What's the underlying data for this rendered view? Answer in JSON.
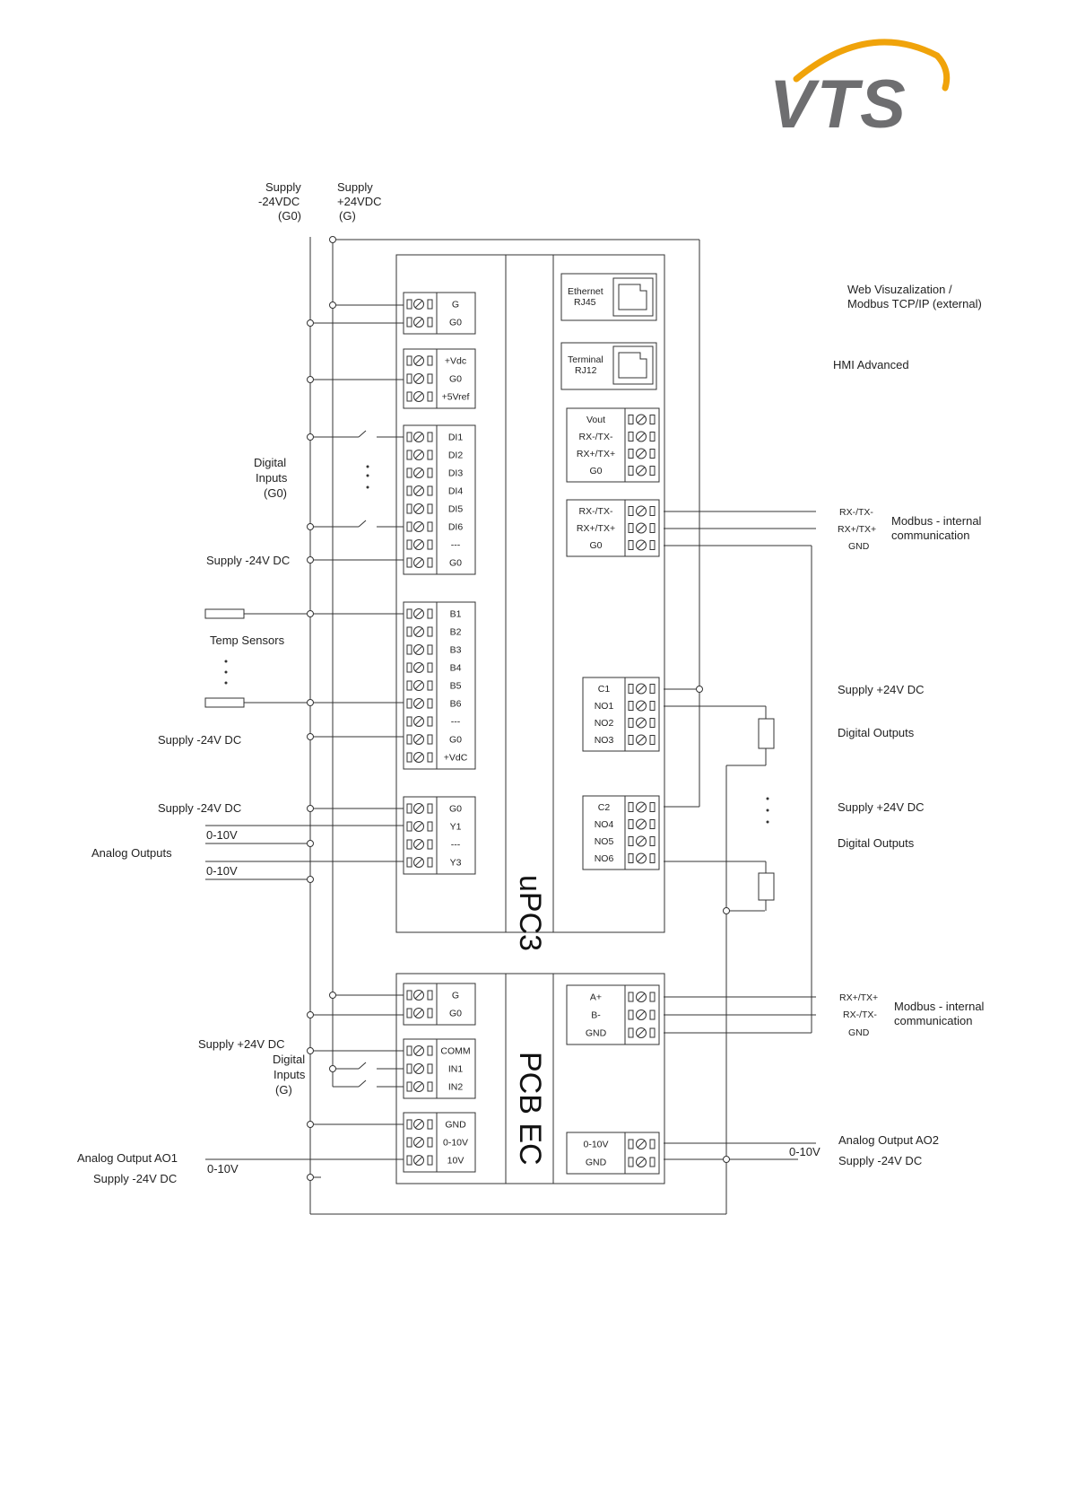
{
  "logo": {
    "text": "VTS",
    "text_color": "#6e6e70",
    "arc_color": "#f0a30a"
  },
  "supply": {
    "neg_line1": "Supply",
    "neg_line2": "-24VDC",
    "neg_line3": "(G0)",
    "pos_line1": "Supply",
    "pos_line2": "+24VDC",
    "pos_line3": "(G)"
  },
  "left": {
    "di_line1": "Digital",
    "di_line2": "Inputs",
    "di_line3": "(G0)",
    "supply_24_a": "Supply -24V DC",
    "temp_sensors": "Temp Sensors",
    "supply_24_b": "Supply -24V DC",
    "supply_24_c": "Supply -24V DC",
    "v010_a": "0-10V",
    "analog_outputs": "Analog Outputs",
    "v010_b": "0-10V",
    "supply_pos24": "Supply +24V DC",
    "pcb_di_line1": "Digital",
    "pcb_di_line2": "Inputs",
    "pcb_di_line3": "(G)",
    "analog_ao1": "Analog Output AO1",
    "v010_c": "0-10V",
    "supply_24_d": "Supply -24V DC"
  },
  "right": {
    "web_line1": "Web Visuzalization /",
    "web_line2": "Modbus TCP/IP (external)",
    "hmi": "HMI Advanced",
    "rxm_a": "RX-/TX-",
    "rxp_a": "RX+/TX+",
    "gnd_a": "GND",
    "modbus_a1": "Modbus - internal",
    "modbus_a2": "communication",
    "supply_pos_a": "Supply +24V DC",
    "do_a": "Digital Outputs",
    "supply_pos_b": "Supply +24V DC",
    "do_b": "Digital Outputs",
    "rxp_b": "RX+/TX+",
    "rxm_b": "RX-/TX-",
    "gnd_b": "GND",
    "modbus_b1": "Modbus - internal",
    "modbus_b2": "communication",
    "analog_ao2": "Analog Output AO2",
    "v010_d": "0-10V",
    "supply_neg": "Supply -24V DC"
  },
  "upc3": {
    "title": "uPC3",
    "t1": [
      "G",
      "G0"
    ],
    "t2": [
      "+Vdc",
      "G0",
      "+5Vref"
    ],
    "t3": [
      "DI1",
      "DI2",
      "DI3",
      "DI4",
      "DI5",
      "DI6",
      "---",
      "G0"
    ],
    "t4": [
      "B1",
      "B2",
      "B3",
      "B4",
      "B5",
      "B6",
      "---",
      "G0",
      "+VdC"
    ],
    "t5": [
      "G0",
      "Y1",
      "---",
      "Y3"
    ],
    "eth_line1": "Ethernet",
    "eth_line2": "RJ45",
    "term_line1": "Terminal",
    "term_line2": "RJ12",
    "r1": [
      "Vout",
      "RX-/TX-",
      "RX+/TX+",
      "G0"
    ],
    "r2": [
      "RX-/TX-",
      "RX+/TX+",
      "G0"
    ],
    "r3": [
      "C1",
      "NO1",
      "NO2",
      "NO3"
    ],
    "r4": [
      "C2",
      "NO4",
      "NO5",
      "NO6"
    ]
  },
  "pcb": {
    "title": "PCB EC",
    "t1": [
      "G",
      "G0"
    ],
    "t2": [
      "COMM",
      "IN1",
      "IN2"
    ],
    "t3": [
      "GND",
      "0-10V",
      "10V"
    ],
    "r1": [
      "A+",
      "B-",
      "GND"
    ],
    "r2": [
      "0-10V",
      "GND"
    ]
  }
}
